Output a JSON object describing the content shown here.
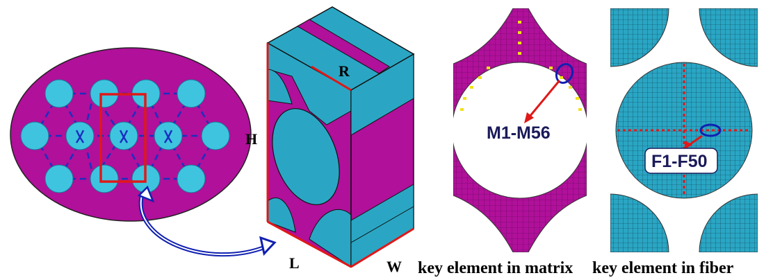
{
  "dimension_labels": {
    "height": "H",
    "radius": "R",
    "length": "L",
    "width": "W"
  },
  "callouts": {
    "matrix_range": "M1-M56",
    "fiber_range": "F1-F50"
  },
  "captions": {
    "matrix": "key element in matrix",
    "fiber": "key element in fiber"
  },
  "colors": {
    "matrix_fill": "#b0109a",
    "fiber_fill": "#2aa6c4",
    "fiber_light": "#3fc4e0",
    "rve_box": "#e01818",
    "hex_pattern": "#1a2fbf",
    "curve_arrow": "#1020b0",
    "key_marker_matrix": "#f2e01a",
    "key_marker_fiber": "#e01818",
    "mesh_line": "#0e3b4a"
  }
}
